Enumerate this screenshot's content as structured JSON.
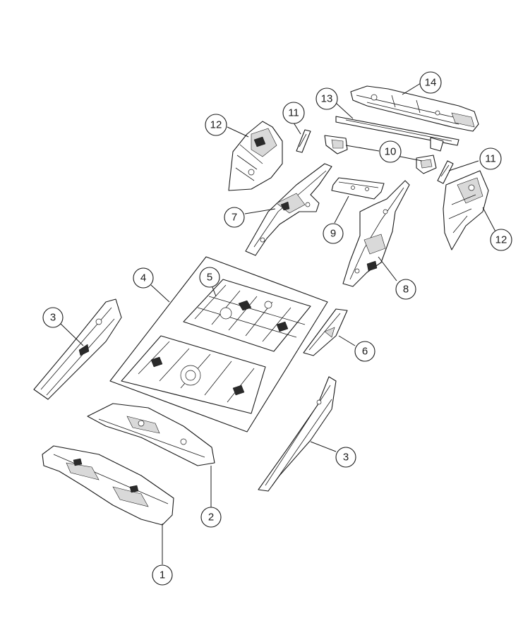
{
  "callouts": [
    {
      "id": "c1",
      "label": "1"
    },
    {
      "id": "c2",
      "label": "2"
    },
    {
      "id": "c3a",
      "label": "3"
    },
    {
      "id": "c3b",
      "label": "3"
    },
    {
      "id": "c4",
      "label": "4"
    },
    {
      "id": "c5",
      "label": "5"
    },
    {
      "id": "c6",
      "label": "6"
    },
    {
      "id": "c7",
      "label": "7"
    },
    {
      "id": "c8",
      "label": "8"
    },
    {
      "id": "c9",
      "label": "9"
    },
    {
      "id": "c10",
      "label": "10"
    },
    {
      "id": "c11a",
      "label": "11"
    },
    {
      "id": "c11b",
      "label": "11"
    },
    {
      "id": "c12a",
      "label": "12"
    },
    {
      "id": "c12b",
      "label": "12"
    },
    {
      "id": "c13",
      "label": "13"
    },
    {
      "id": "c14",
      "label": "14"
    }
  ]
}
